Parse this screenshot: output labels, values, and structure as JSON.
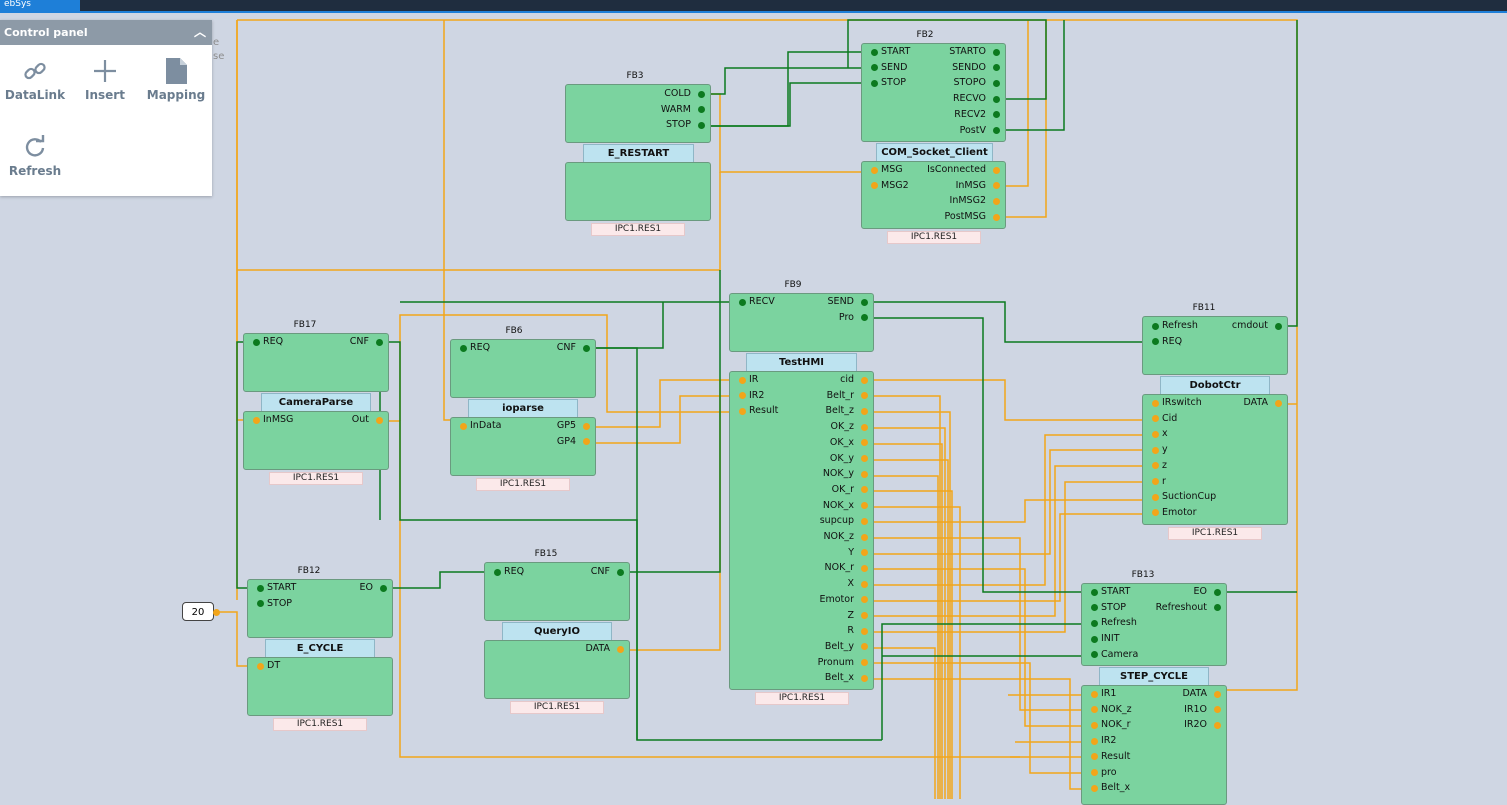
{
  "app_tab": "ebSys",
  "control_panel": {
    "title": "Control panel",
    "tools": [
      {
        "label": "DataLink",
        "icon": "link-icon"
      },
      {
        "label": "Insert",
        "icon": "plus-icon"
      },
      {
        "label": "Mapping",
        "icon": "document-icon"
      },
      {
        "label": "Refresh",
        "icon": "refresh-icon"
      }
    ],
    "ghost_text": [
      "e",
      "se"
    ]
  },
  "constant": "20",
  "blocks": [
    {
      "id": "FB3",
      "type": "E_RESTART",
      "res": "IPC1.RES1",
      "ev_in": [],
      "ev_out": [
        "COLD",
        "WARM",
        "STOP"
      ],
      "dt_in": [],
      "dt_out": []
    },
    {
      "id": "FB2",
      "type": "COM_Socket_Client",
      "res": "IPC1.RES1",
      "ev_in": [
        "START",
        "SEND",
        "STOP"
      ],
      "ev_out": [
        "STARTO",
        "SENDO",
        "STOPO",
        "RECVO",
        "RECV2",
        "PostV"
      ],
      "dt_in": [
        "MSG",
        "MSG2"
      ],
      "dt_out": [
        "IsConnected",
        "InMSG",
        "InMSG2",
        "PostMSG"
      ]
    },
    {
      "id": "FB17",
      "type": "CameraParse",
      "res": "IPC1.RES1",
      "ev_in": [
        "REQ"
      ],
      "ev_out": [
        "CNF"
      ],
      "dt_in": [
        "InMSG"
      ],
      "dt_out": [
        "Out"
      ]
    },
    {
      "id": "FB6",
      "type": "ioparse",
      "res": "IPC1.RES1",
      "ev_in": [
        "REQ"
      ],
      "ev_out": [
        "CNF"
      ],
      "dt_in": [
        "InData"
      ],
      "dt_out": [
        "GP5",
        "GP4"
      ]
    },
    {
      "id": "FB9",
      "type": "TestHMI",
      "res": "IPC1.RES1",
      "ev_in": [
        "RECV"
      ],
      "ev_out": [
        "SEND",
        "Pro"
      ],
      "dt_in": [
        "IR",
        "IR2",
        "Result"
      ],
      "dt_out": [
        "cid",
        "Belt_r",
        "Belt_z",
        "OK_z",
        "OK_x",
        "OK_y",
        "NOK_y",
        "OK_r",
        "NOK_x",
        "supcup",
        "NOK_z",
        "Y",
        "NOK_r",
        "X",
        "Emotor",
        "Z",
        "R",
        "Belt_y",
        "Pronum",
        "Belt_x"
      ]
    },
    {
      "id": "FB11",
      "type": "DobotCtr",
      "res": "IPC1.RES1",
      "ev_in": [
        "Refresh",
        "REQ"
      ],
      "ev_out": [
        "cmdout"
      ],
      "dt_in": [
        "IRswitch",
        "Cid",
        "x",
        "y",
        "z",
        "r",
        "SuctionCup",
        "Emotor"
      ],
      "dt_out": [
        "DATA"
      ]
    },
    {
      "id": "FB12",
      "type": "E_CYCLE",
      "res": "IPC1.RES1",
      "ev_in": [
        "START",
        "STOP"
      ],
      "ev_out": [
        "EO"
      ],
      "dt_in": [
        "DT"
      ],
      "dt_out": []
    },
    {
      "id": "FB15",
      "type": "QueryIO",
      "res": "IPC1.RES1",
      "ev_in": [
        "REQ"
      ],
      "ev_out": [
        "CNF"
      ],
      "dt_in": [],
      "dt_out": [
        "DATA"
      ]
    },
    {
      "id": "FB13",
      "type": "STEP_CYCLE",
      "res": "",
      "ev_in": [
        "START",
        "STOP",
        "Refresh",
        "INIT",
        "Camera"
      ],
      "ev_out": [
        "EO",
        "Refreshout"
      ],
      "dt_in": [
        "IR1",
        "NOK_z",
        "NOK_r",
        "IR2",
        "Result",
        "pro",
        "Belt_x"
      ],
      "dt_out": [
        "DATA",
        "IR1O",
        "IR2O"
      ]
    }
  ],
  "colors": {
    "event_wire": "#0c7a1f",
    "data_wire": "#f2a51a",
    "block": "#7bd39f",
    "type_label": "#bde3f0",
    "canvas": "#cfd6e3"
  }
}
